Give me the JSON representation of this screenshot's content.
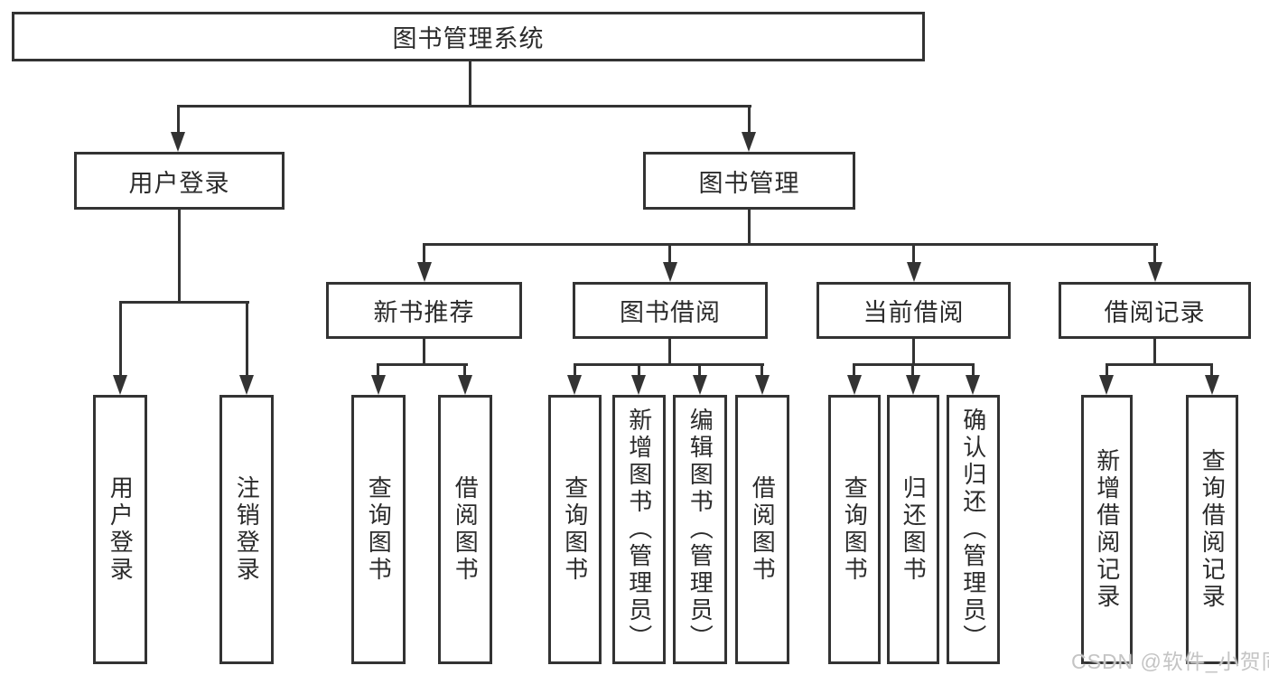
{
  "tree": {
    "label": "图书管理系统",
    "children": [
      {
        "label": "用户登录",
        "children": [
          {
            "label": "用户登录"
          },
          {
            "label": "注销登录"
          }
        ]
      },
      {
        "label": "图书管理",
        "children": [
          {
            "label": "新书推荐",
            "children": [
              {
                "label": "查询图书"
              },
              {
                "label": "借阅图书"
              }
            ]
          },
          {
            "label": "图书借阅",
            "children": [
              {
                "label": "查询图书"
              },
              {
                "label": "新增图书（管理员）"
              },
              {
                "label": "编辑图书（管理员）"
              },
              {
                "label": "借阅图书"
              }
            ]
          },
          {
            "label": "当前借阅",
            "children": [
              {
                "label": "查询图书"
              },
              {
                "label": "归还图书"
              },
              {
                "label": "确认归还（管理员）"
              }
            ]
          },
          {
            "label": "借阅记录",
            "children": [
              {
                "label": "新增借阅记录"
              },
              {
                "label": "查询借阅记录"
              }
            ]
          }
        ]
      }
    ]
  },
  "watermark": {
    "text": "CSDN @软件_小贺同学"
  },
  "colors": {
    "line": "#333333",
    "text": "#2b2b2b",
    "box_background": "#ffffff",
    "watermark": "#c4c4c4",
    "page_background": "#ffffff"
  }
}
